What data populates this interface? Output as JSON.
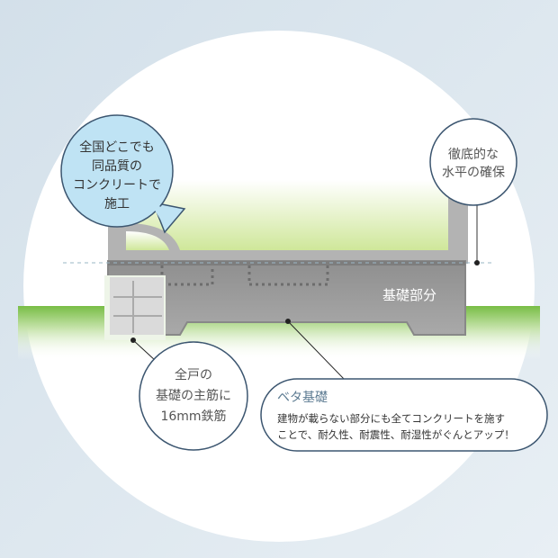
{
  "colors": {
    "background": "#dde8ef",
    "circle": "#ffffff",
    "ground_green": "#7cc04a",
    "foundation_gray": "#9a9a9a",
    "bubble_blue": "#bfe3f4",
    "outline_navy": "#3c5670",
    "text_gray": "#555555"
  },
  "bubble_left": {
    "lines": [
      "全国どこでも",
      "同品質の",
      "コンクリートで",
      "施工"
    ]
  },
  "circle_right": {
    "lines": [
      "徹底的な",
      "水平の確保"
    ]
  },
  "foundation_label": "基礎部分",
  "circle_bottom_left": {
    "lines": [
      "全戸の",
      "基礎の主筋に",
      "16mm鉄筋"
    ]
  },
  "callout": {
    "title": "ベタ基礎",
    "lines": [
      "建物が載らない部分にも全てコンクリートを施す",
      "ことで、耐久性、耐震性、耐湿性がぐんとアップ！"
    ]
  }
}
